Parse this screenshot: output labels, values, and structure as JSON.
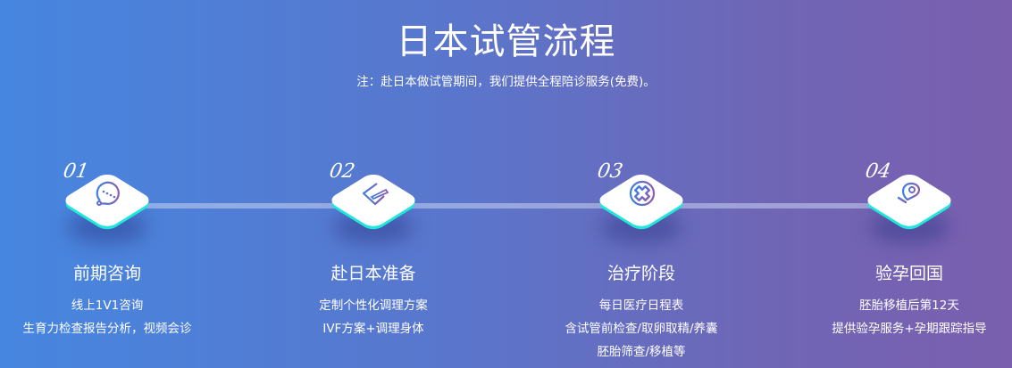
{
  "title": "日本试管流程",
  "note": "注：赴日本做试管期间，我们提供全程陪诊服务(免费)。",
  "steps": [
    {
      "num": "01",
      "icon": "chat-bubble-icon",
      "title": "前期咨询",
      "lines": [
        "线上1V1咨询",
        "生育力检查报告分析，视频会诊"
      ]
    },
    {
      "num": "02",
      "icon": "edit-pencil-icon",
      "title": "赴日本准备",
      "lines": [
        "定制个性化调理方案",
        "IVF方案+调理身体"
      ]
    },
    {
      "num": "03",
      "icon": "medical-cross-icon",
      "title": "治疗阶段",
      "lines": [
        "每日医疗日程表",
        "含试管前检查/取卵取精/养囊",
        "胚胎筛查/移植等"
      ]
    },
    {
      "num": "04",
      "icon": "location-pin-icon",
      "title": "验孕回国",
      "lines": [
        "胚胎移植后第12天",
        "提供验孕服务+孕期跟踪指导"
      ]
    }
  ],
  "colors": {
    "accent": "#22e6dc",
    "iconStart": "#3f7fe0",
    "iconEnd": "#7a5fae"
  }
}
